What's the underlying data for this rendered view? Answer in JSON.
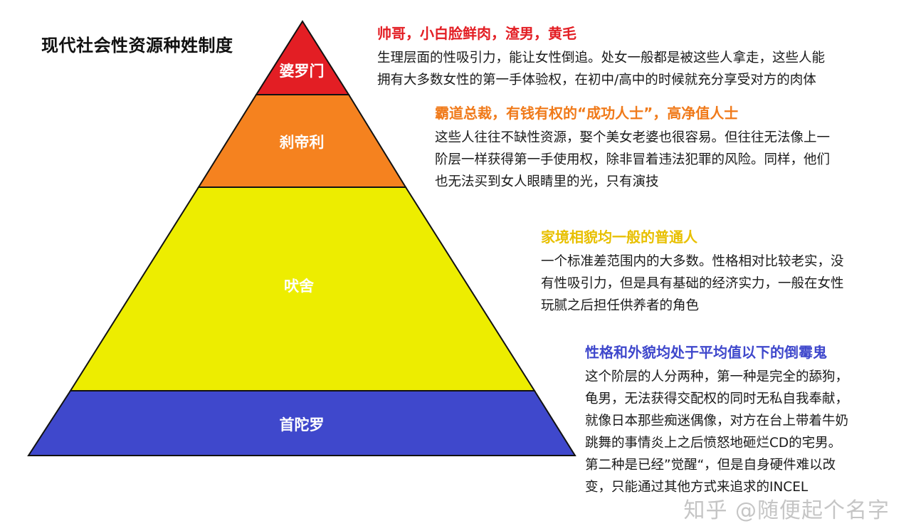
{
  "title": "现代社会性资源种姓制度",
  "tiers": [
    {
      "label": "婆罗门",
      "color": "#e31e24",
      "heading": "帅哥，小白脸鲜肉，渣男，黄毛",
      "heading_color": "#e31e24",
      "lines": [
        "生理层面的性吸引力，能让女性倒追。处女一般都是被这些人拿走，这些人能",
        "拥有大多数女性的第一手体验权，在初中/高中的时候就充分享受对方的肉体"
      ]
    },
    {
      "label": "刹帝利",
      "color": "#f5821f",
      "heading": "霸道总裁，有钱有权的“成功人士”，高净值人士",
      "heading_color": "#f07a1a",
      "lines": [
        "这些人往往不缺性资源，娶个美女老婆也很容易。但往往无法像上一",
        "阶层一样获得第一手使用权，除非冒着违法犯罪的风险。同样，他们",
        "也无法买到女人眼睛里的光，只有演技"
      ]
    },
    {
      "label": "吠舍",
      "color": "#eded00",
      "heading": "家境相貌均一般的普通人",
      "heading_color": "#e8c000",
      "lines": [
        "一个标准差范围内的大多数。性格相对比较老实，没",
        "有性吸引力，但是具有基础的经济实力，一般在女性",
        "玩腻之后担任供养者的角色"
      ]
    },
    {
      "label": "首陀罗",
      "color": "#3f48cc",
      "heading": "性格和外貌均处于平均值以下的倒霉鬼",
      "heading_color": "#3f48cc",
      "lines": [
        "这个阶层的人分两种，第一种是完全的舔狗，",
        "龟男，无法获得交配权的同时无私自我奉献，",
        "就像日本那些痴迷偶像，对方在台上带着牛奶",
        "跳舞的事情炎上之后愤怒地砸烂CD的宅男。",
        "第二种是已经”觉醒“，但是自身硬件难以改",
        "变，只能通过其他方式来追求的INCEL"
      ]
    }
  ],
  "watermark": "知乎 @随便起个名字"
}
